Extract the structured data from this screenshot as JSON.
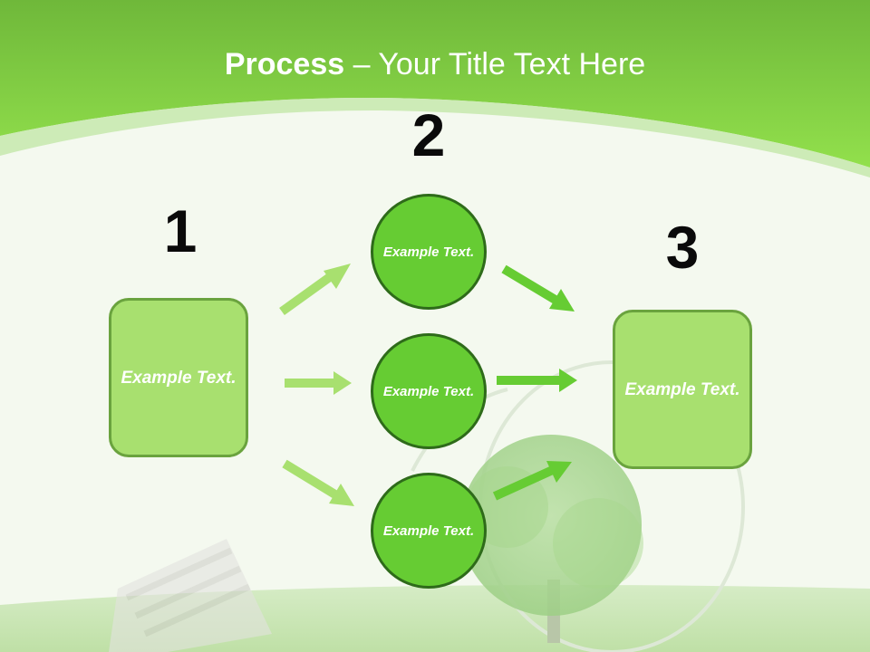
{
  "title": {
    "bold": "Process",
    "rest": " – Your Title Text Here"
  },
  "steps": [
    {
      "number": "1",
      "items": [
        "Example Text."
      ]
    },
    {
      "number": "2",
      "items": [
        "Example Text.",
        "Example Text.",
        "Example Text."
      ]
    },
    {
      "number": "3",
      "items": [
        "Example Text."
      ]
    }
  ],
  "colors": {
    "header": "#7ccf3a",
    "box_fill": "#a8e06f",
    "circle_fill": "#66cc33",
    "arrow_light": "#a8e06f",
    "arrow_dark": "#66cc33"
  }
}
